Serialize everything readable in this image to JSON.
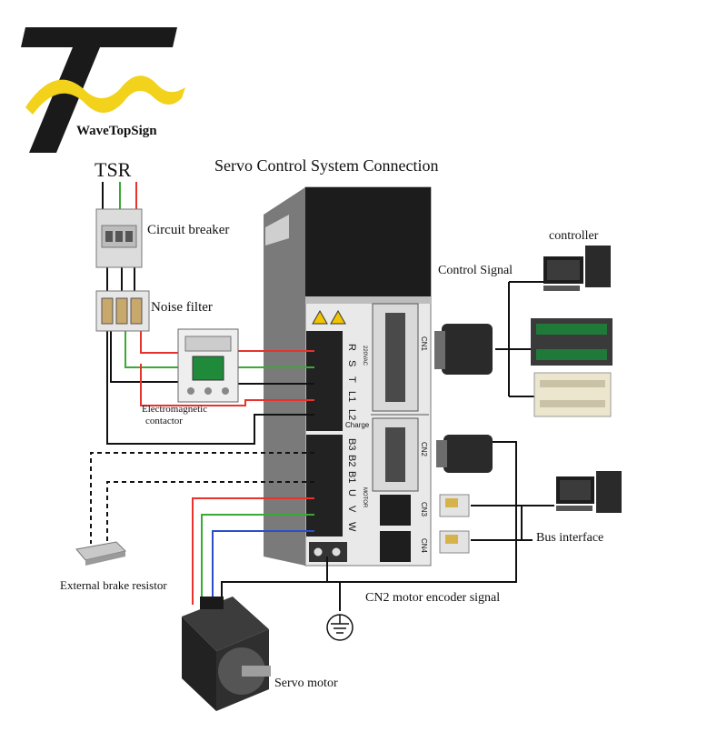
{
  "logo": {
    "brand_name": "WaveTopSign"
  },
  "title": "Servo Control System Connection",
  "power_source": "TSR",
  "components": {
    "circuit_breaker": "Circuit breaker",
    "noise_filter": "Noise filter",
    "contactor_line1": "Electromagnetic",
    "contactor_line2": "contactor",
    "brake_resistor": "External brake resistor",
    "servo_motor": "Servo motor",
    "controller": "controller",
    "control_signal": "Control Signal",
    "bus_interface": "Bus interface",
    "encoder_signal": "CN2 motor encoder signal"
  },
  "drive": {
    "terminals_top": [
      "R",
      "S",
      "T",
      "L1",
      "L2"
    ],
    "terminals_bottom": [
      "B3",
      "B2",
      "B1",
      "U",
      "V",
      "W"
    ],
    "charge_label": "Charge",
    "supply_tag": "220VAC",
    "motor_tag": "MOTOR",
    "ports": [
      "CN1",
      "CN2",
      "CN3",
      "CN4"
    ]
  },
  "colors": {
    "wire_red": "#e8322b",
    "wire_green": "#3aa935",
    "wire_blue": "#2b4fc9",
    "wire_black": "#111111",
    "logo_yellow": "#f2d21a"
  }
}
